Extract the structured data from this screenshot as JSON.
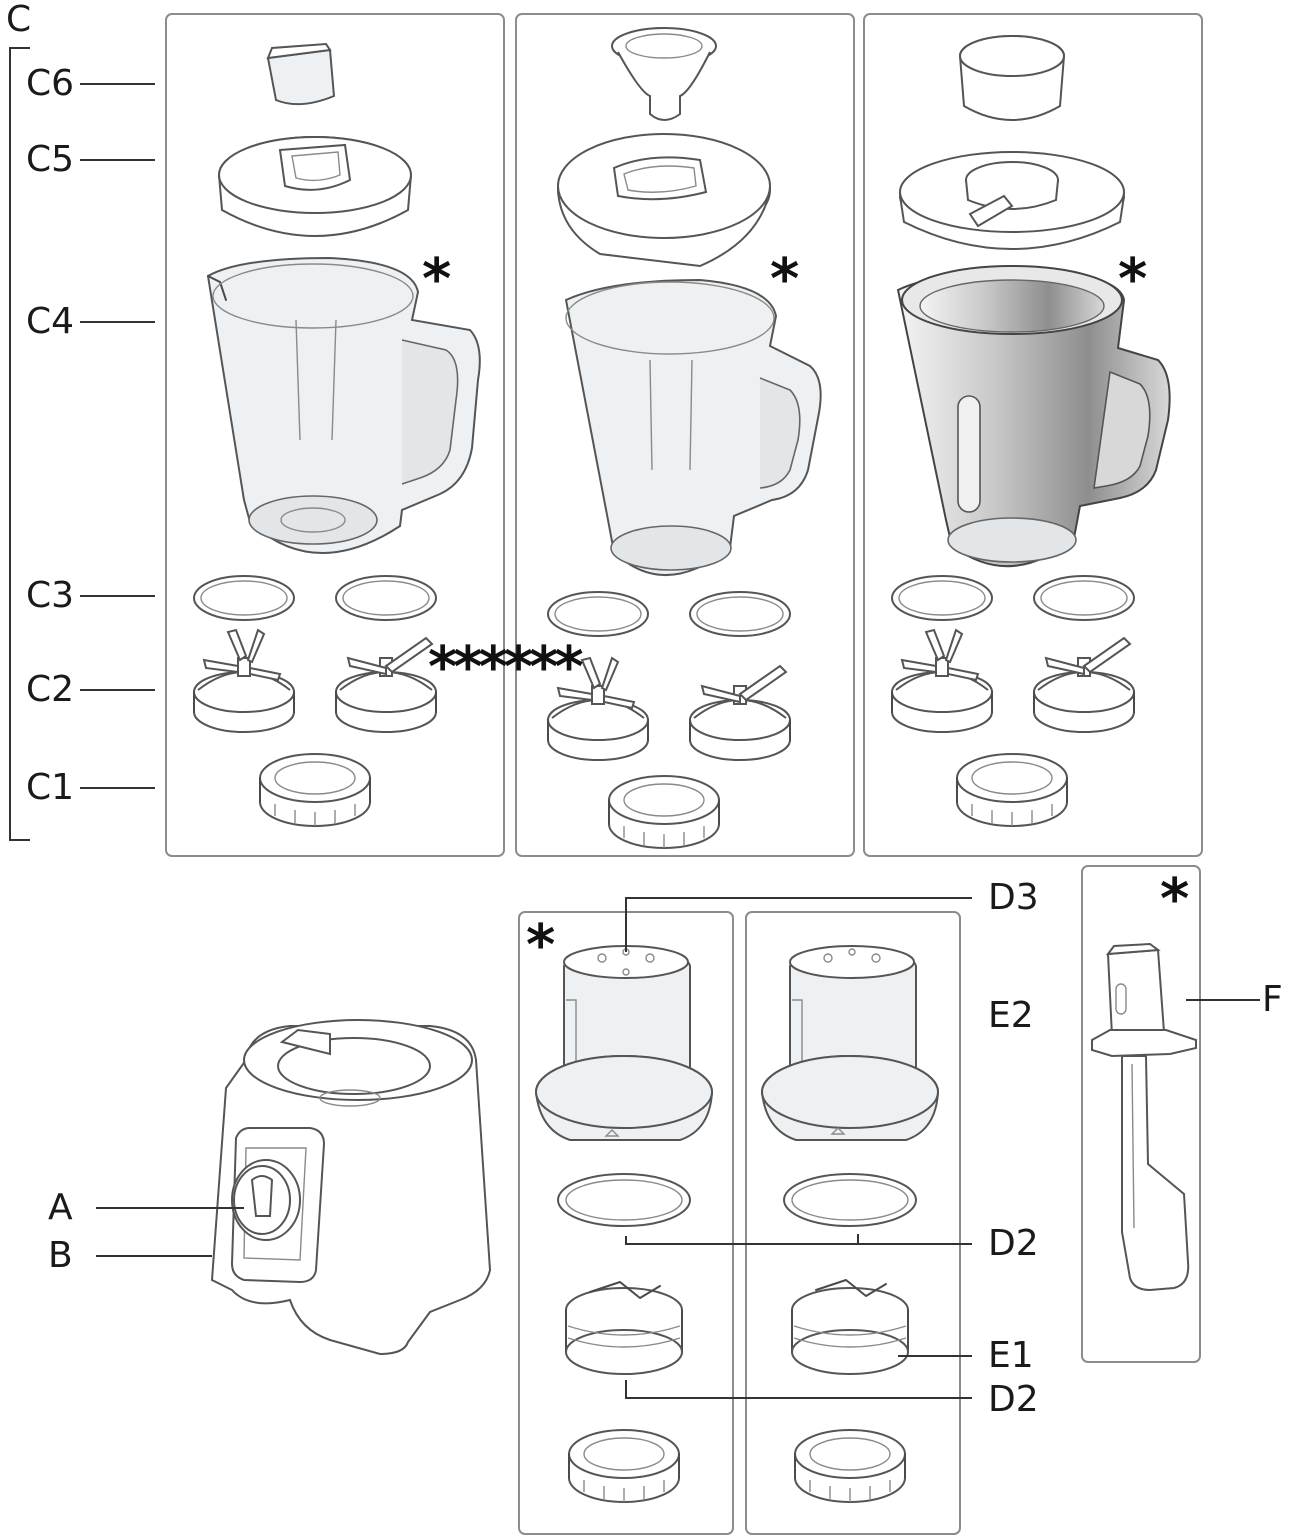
{
  "labels": {
    "C": "C",
    "C6": "C6",
    "C5": "C5",
    "C4": "C4",
    "C3": "C3",
    "C2": "C2",
    "C1": "C1",
    "D3": "D3",
    "E2": "E2",
    "F": "F",
    "A": "A",
    "B": "B",
    "D2_upper": "D2",
    "E1": "E1",
    "D2_lower": "D2"
  },
  "asterisks": {
    "jar1": "*",
    "jar2": "*",
    "jar3": "*",
    "blades": "******",
    "mill": "*",
    "spatula": "*"
  },
  "colors": {
    "line": "#4a4a4a",
    "glass_fill": "#eef1f3",
    "box_border": "#8c8c8c"
  }
}
